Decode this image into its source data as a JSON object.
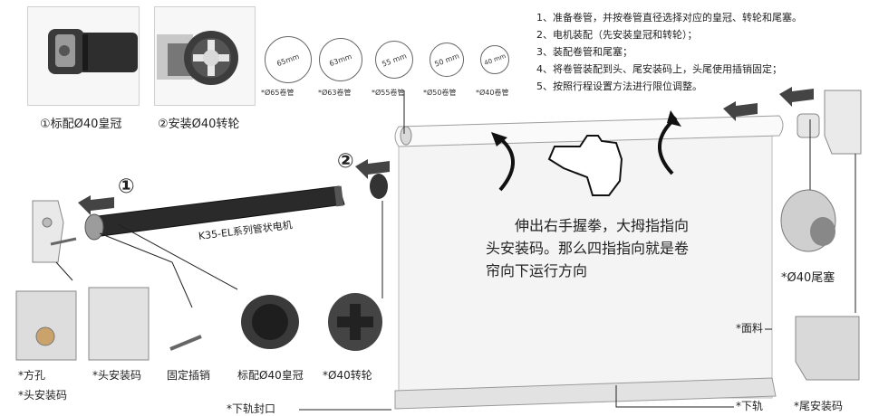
{
  "steps": [
    "1、准备卷管，并按卷管直径选择对应的皇冠、转轮和尾塞。",
    "2、电机装配（先安装皇冠和转轮）；",
    "3、装配卷管和尾塞；",
    "4、将卷管装配到头、尾安装码上，头尾使用插销固定；",
    "5、按照行程设置方法进行限位调整。"
  ],
  "photo_captions": {
    "crown": "①标配Ø40皇冠",
    "wheel": "②安装Ø40转轮"
  },
  "tubes": [
    {
      "ring": "65mm",
      "caption": "*Ø65卷管"
    },
    {
      "ring": "63mm",
      "caption": "*Ø63卷管"
    },
    {
      "ring": "55 mm",
      "caption": "*Ø55卷管"
    },
    {
      "ring": "50 mm",
      "caption": "*Ø50卷管"
    },
    {
      "ring": "40 mm",
      "caption": "*Ø40卷管"
    }
  ],
  "markers": {
    "one": "①",
    "two": "②"
  },
  "motor_label": "K35-EL系列管状电机",
  "instruction": [
    "伸出右手握拳，大拇指指向",
    "头安装码。那么四指指向就是卷",
    "帘向下运行方向"
  ],
  "parts": {
    "square_hole": "方孔",
    "head_bracket": "头安装码",
    "head_bracket2": "头安装码",
    "pin": "固定插销",
    "crown": "标配Ø40皇冠",
    "wheel": "Ø40转轮",
    "end_plug": "Ø40尾塞",
    "fabric": "面料",
    "bottom_rail": "下轨",
    "bottom_cap": "下轨封口",
    "tail_bracket": "尾安装码"
  },
  "asterisk": "*",
  "colors": {
    "motor": "#2a2a2a",
    "fabric": "#f4f4f4",
    "metal": "#bfbfbf",
    "dark_part": "#333333"
  }
}
